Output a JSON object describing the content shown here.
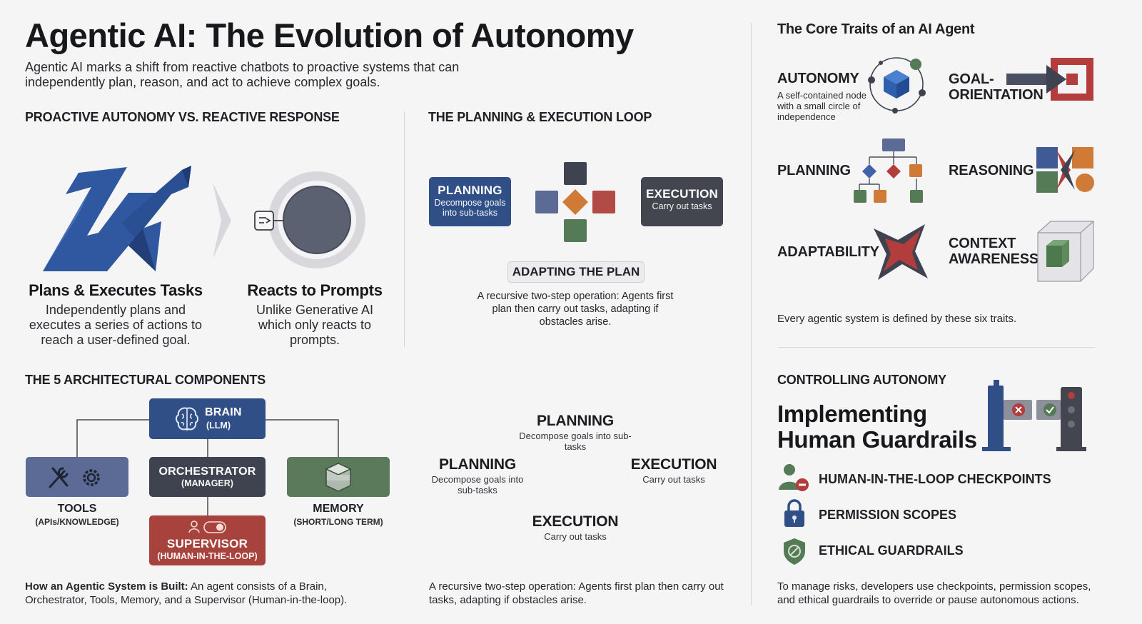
{
  "header": {
    "title": "Agentic AI: The Evolution of Autonomy",
    "intro": "Agentic AI marks a shift from reactive chatbots to proactive systems that can independently plan, reason, and act to achieve complex goals."
  },
  "proactive": {
    "heading": "PROACTIVE AUTONOMY VS. REACTIVE RESPONSE",
    "left_title": "Plans & Executes Tasks",
    "left_text": "Independently plans and executes a series of actions to reach a user-defined goal.",
    "right_title": "Reacts to Prompts",
    "right_text": "Unlike Generative AI which only reacts to prompts."
  },
  "loop": {
    "heading": "THE PLANNING & EXECUTION LOOP",
    "planning_title": "PLANNING",
    "planning_sub": "Decompose goals into sub-tasks",
    "execution_title": "EXECUTION",
    "execution_sub": "Carry out tasks",
    "adapting_badge": "ADAPTING THE PLAN",
    "adapting_text": "A recursive two-step operation: Agents first plan then carry out tasks, adapting if obstacles arise."
  },
  "components": {
    "heading": "THE 5 ARCHITECTURAL COMPONENTS",
    "brain_title": "BRAIN",
    "brain_sub": "(LLM)",
    "orchestrator_title": "ORCHESTRATOR",
    "orchestrator_sub": "(MANAGER)",
    "tools_title": "TOOLS",
    "tools_sub": "(APIs/KNOWLEDGE)",
    "memory_title": "MEMORY",
    "memory_sub": "(SHORT/LONG TERM)",
    "supervisor_title": "SUPERVISOR",
    "supervisor_sub": "(HUMAN-IN-THE-LOOP)",
    "caption_bold": "How an Agentic System is Built:",
    "caption_rest": " An agent consists of a Brain, Orchestrator, Tools, Memory, and a Supervisor (Human-in-the-loop)."
  },
  "cycle": {
    "top_title": "PLANNING",
    "top_sub": "Decompose goals into sub-tasks",
    "left_title": "PLANNING",
    "left_sub": "Decompose goals into sub-tasks",
    "right_title": "EXECUTION",
    "right_sub": "Carry out tasks",
    "bottom_title": "EXECUTION",
    "bottom_sub": "Carry out tasks",
    "caption": "A recursive two-step operation: Agents first plan then carry out tasks, adapting if obstacles arise."
  },
  "traits": {
    "heading": "The Core Traits of an AI Agent",
    "autonomy": "AUTONOMY",
    "autonomy_desc": "A self-contained node with a small circle of independence",
    "goal_line1": "GOAL-",
    "goal_line2": "ORIENTATION",
    "planning": "PLANNING",
    "reasoning": "REASONING",
    "adaptability": "ADAPTABILITY",
    "context_line1": "CONTEXT",
    "context_line2": "AWARENESS",
    "footer": "Every agentic system is defined by these six traits."
  },
  "control": {
    "heading": "CONTROLLING AUTONOMY",
    "title_line1": "Implementing",
    "title_line2": "Human Guardrails",
    "items": [
      "HUMAN-IN-THE-LOOP CHECKPOINTS",
      "PERMISSION SCOPES",
      "ETHICAL GUARDRAILS"
    ],
    "caption": "To manage risks, developers use checkpoints, permission scopes, and ethical guardrails to override or pause autonomous actions."
  },
  "colors": {
    "blue": "#2f4f86",
    "slate": "#3f4350",
    "green": "#557a56",
    "red": "#a8423c",
    "orange": "#d07a38",
    "gray_blue": "#5b6b96"
  }
}
